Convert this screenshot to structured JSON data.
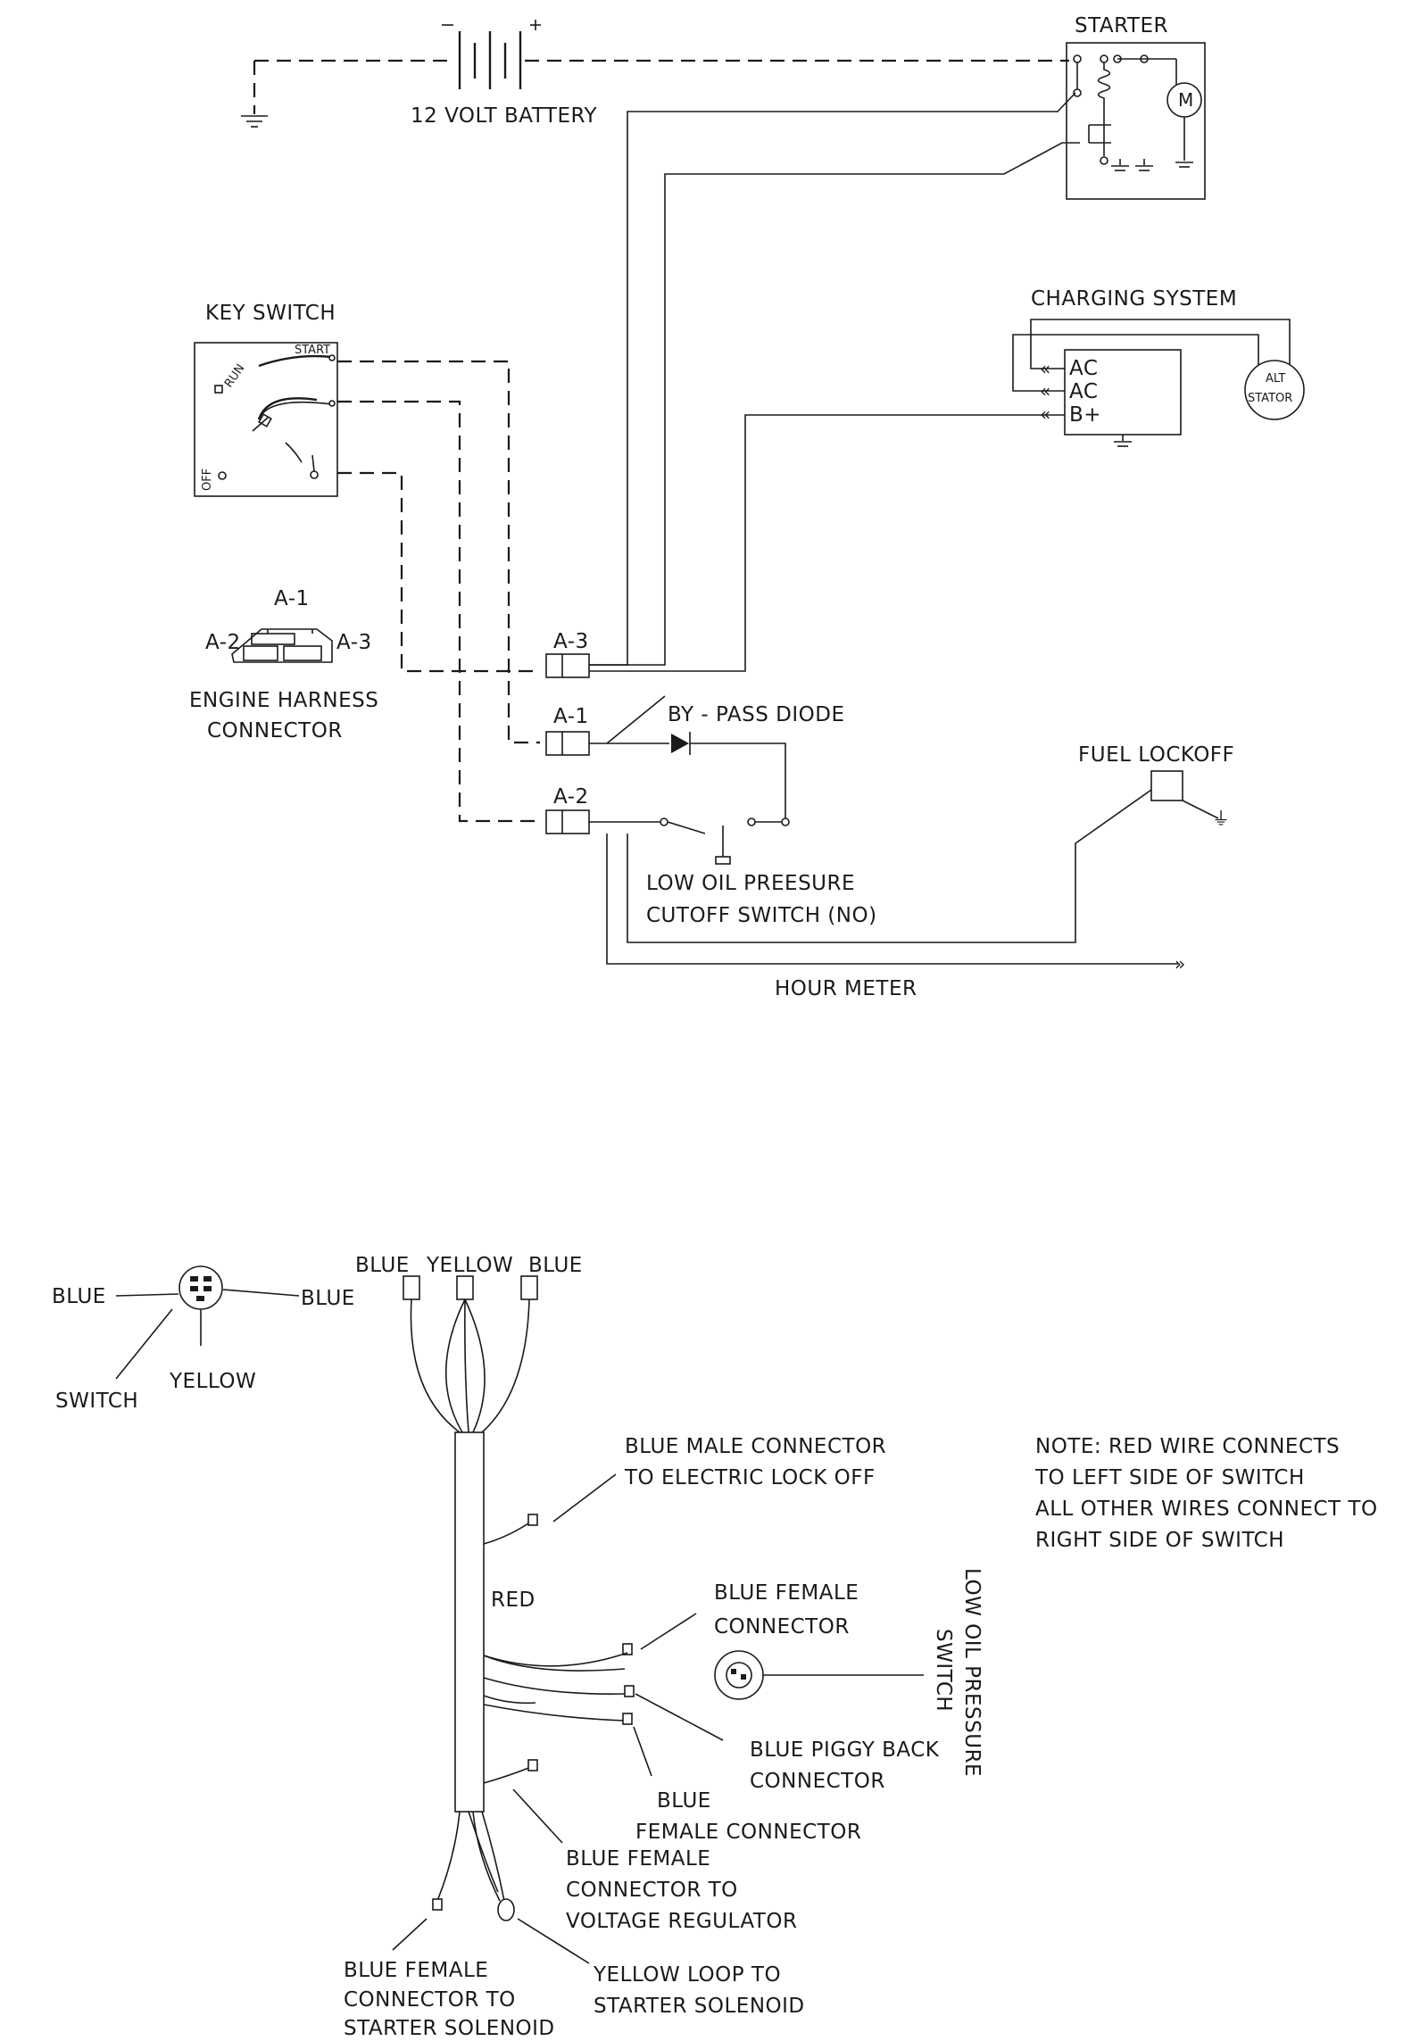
{
  "labels": {
    "battery": "12 VOLT BATTERY",
    "starter": "STARTER",
    "motor": "M",
    "key_switch": "KEY SWITCH",
    "ks_start": "START",
    "ks_run": "RUN",
    "ks_off": "OFF",
    "charging_system": "CHARGING SYSTEM",
    "ac1": "AC",
    "ac2": "AC",
    "bplus": "B+",
    "alt": "ALT",
    "stator": "STATOR",
    "conn_a1": "A-1",
    "conn_a2": "A-2",
    "conn_a3": "A-3",
    "harness_line1": "ENGINE HARNESS",
    "harness_line2": "CONNECTOR",
    "pin_a3": "A-3",
    "pin_a1": "A-1",
    "pin_a2": "A-2",
    "bypass": "BY - PASS DIODE",
    "fuel_lockoff": "FUEL LOCKOFF",
    "oil_line1": "LOW OIL PREESURE",
    "oil_line2": "CUTOFF SWITCH (NO)",
    "hour_meter": "HOUR METER",
    "sw_blue_left": "BLUE",
    "sw_blue_right": "BLUE",
    "sw_yellow": "YELLOW",
    "sw_switch": "SWITCH",
    "h_blue1": "BLUE",
    "h_yellow": "YELLOW",
    "h_blue2": "BLUE",
    "male_line1": "BLUE MALE CONNECTOR",
    "male_line2": "TO ELECTRIC LOCK OFF",
    "red": "RED",
    "bf1_line1": "BLUE FEMALE",
    "bf1_line2": "CONNECTOR",
    "piggy_line1": "BLUE PIGGY BACK",
    "piggy_line2": "CONNECTOR",
    "bf2_line1": "BLUE",
    "bf2_line2": "FEMALE CONNECTOR",
    "vr_line1": "BLUE FEMALE",
    "vr_line2": "CONNECTOR TO",
    "vr_line3": "VOLTAGE REGULATOR",
    "ss_line1": "BLUE FEMALE",
    "ss_line2": "CONNECTOR TO",
    "ss_line3": "STARTER SOLENOID",
    "yl_line1": "YELLOW LOOP TO",
    "yl_line2": "STARTER SOLENOID",
    "oil_v_line1": "LOW OIL PRESSURE",
    "oil_v_line2": "SWITCH",
    "note_line1": "NOTE: RED WIRE CONNECTS",
    "note_line2": "TO LEFT SIDE OF SWITCH",
    "note_line3": "ALL OTHER WIRES CONNECT TO",
    "note_line4": "RIGHT SIDE OF SWITCH"
  }
}
